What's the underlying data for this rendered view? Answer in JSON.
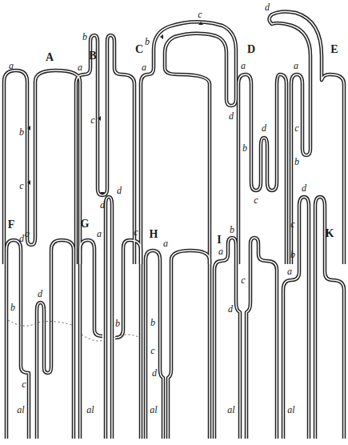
{
  "diagram": {
    "labels": [
      "A",
      "a",
      "b",
      "c",
      "d",
      "B",
      "b",
      "a",
      "c",
      "d",
      "C",
      "c",
      "b",
      "a",
      "d",
      "D",
      "a",
      "d",
      "b",
      "c",
      "E",
      "d",
      "a",
      "c",
      "b",
      "F",
      "a",
      "b",
      "d",
      "c",
      "al",
      "G",
      "d",
      "a",
      "c",
      "b",
      "al",
      "H",
      "a",
      "b",
      "c",
      "d",
      "al",
      "I",
      "b",
      "a",
      "c",
      "d",
      "al",
      "K",
      "d",
      "c",
      "b",
      "a",
      "al"
    ]
  }
}
